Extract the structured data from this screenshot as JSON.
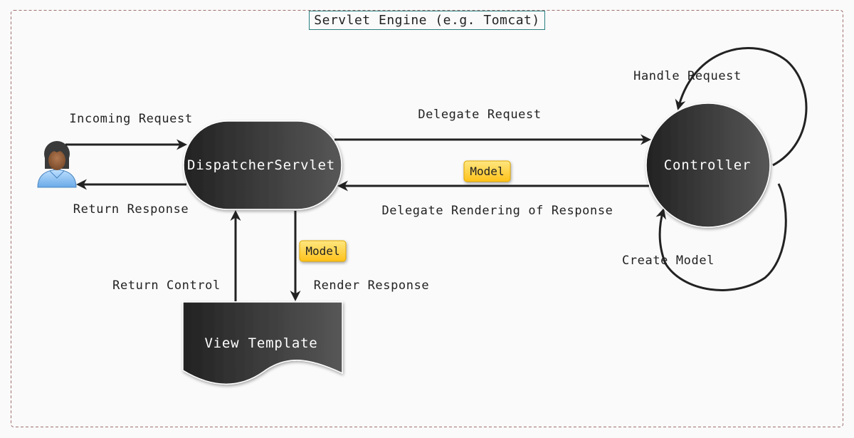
{
  "frame": {
    "title": "Servlet Engine (e.g. Tomcat)"
  },
  "nodes": {
    "user": {
      "icon": "user-icon"
    },
    "dispatcher": {
      "label": "DispatcherServlet"
    },
    "controller": {
      "label": "Controller"
    },
    "view": {
      "label": "View Template"
    }
  },
  "edges": {
    "incoming_request": "Incoming Request",
    "return_response": "Return Response",
    "delegate_request": "Delegate Request",
    "delegate_rendering": "Delegate Rendering of Response",
    "handle_request": "Handle Request",
    "create_model": "Create Model",
    "return_control": "Return Control",
    "render_response": "Render Response"
  },
  "badges": {
    "model_top": "Model",
    "model_bottom": "Model"
  },
  "colors": {
    "node_dark": "#2a2a2a",
    "node_light": "#555555",
    "badge_fill": "#ffd84d",
    "frame_border": "#a07070",
    "title_border": "#2a7f7f"
  }
}
